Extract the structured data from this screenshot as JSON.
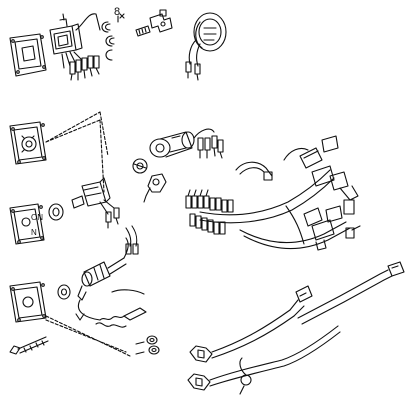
{
  "diagram": {
    "callout_number": "8",
    "plate_labels": {
      "on_mark": "ON",
      "n_mark": "N"
    },
    "stroke_color": "#111111",
    "paper_color": "#ffffff"
  },
  "parts": [
    {
      "name": "trim-tilt-switch-panel-group"
    },
    {
      "name": "ignition-switch-panel-group"
    },
    {
      "name": "choke-switch-panel-group"
    },
    {
      "name": "emergency-stop-switch-panel-group"
    },
    {
      "name": "main-wire-harness"
    },
    {
      "name": "extension-cord-set"
    }
  ]
}
